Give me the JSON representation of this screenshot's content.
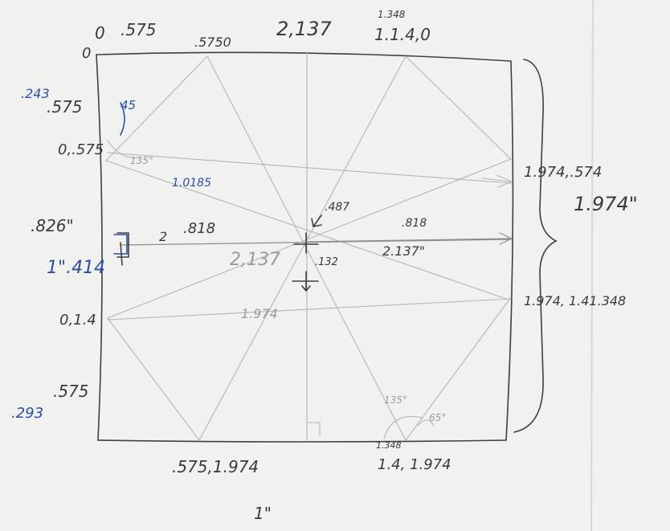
{
  "annotations": {
    "top_origin_x": "0",
    "top_origin_y": "0",
    "top_left_coord": ".575",
    "top_mid_coord": ".5750",
    "top_width": "2,137",
    "top_right_small": "1.348",
    "top_right_coord": "1.1.4,0",
    "left_blue_243": ".243",
    "left_575": ".575",
    "angle_45": "45",
    "left_0_575": "0,.575",
    "angle_135_left": "135°",
    "diag_1_0185": "1.0185",
    "right_1_974_575": "1.974,.574",
    "right_bracket_1_974": "1.974\"",
    "center_point_487": ".487",
    "left_826": ".826\"",
    "left_2": "2",
    "left_818": ".818",
    "right_818": ".818",
    "right_2_137": "2.137\"",
    "center_2_137": "2,137",
    "center_132": ".132",
    "left_blue_1_414": "1\".414",
    "left_0_1_4": "0,1.4",
    "center_1_974": "1.974",
    "right_1_974_1_348": "1.974, 1.41.348",
    "left_blue_293": ".293",
    "left_575_low": ".575",
    "angle_135_bottom": "135°",
    "angle_65": "65°",
    "bottom_small_1_348": "1.348",
    "bottom_left_coord": ".575,1.974",
    "bottom_right_coord": "1.4, 1.974",
    "bottom_1in": "1\""
  }
}
